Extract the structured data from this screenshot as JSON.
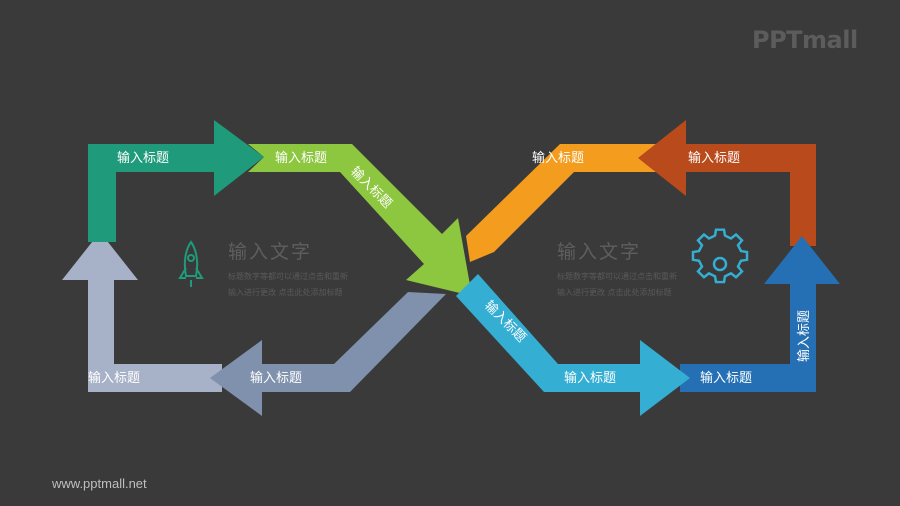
{
  "brand": {
    "logo_text": "PPTmall",
    "footer_url": "www.pptmall.net"
  },
  "colors": {
    "teal": "#1f9a7a",
    "lime": "#8dc63f",
    "slate": "#7f91ad",
    "pale": "#a7b1c7",
    "orange": "#f39c1d",
    "rust": "#b84a1c",
    "cyan": "#35aed3",
    "blue": "#2570b4",
    "icon_left": "#1f9a7a",
    "icon_right": "#35aed3"
  },
  "left_loop": {
    "top_label": "输入标题",
    "top_right_label": "输入标题",
    "diagonal_label": "输入标题",
    "bottom_right_label": "输入标题",
    "bottom_left_label": "输入标题",
    "heading": "输入文字",
    "body_line1": "标题数字等都可以通过点击和重新",
    "body_line2": "输入进行更改 点击此处添加标题",
    "icon": "rocket-icon"
  },
  "right_loop": {
    "top_left_label": "输入标题",
    "top_right_label": "输入标题",
    "diagonal_label": "输入标题",
    "bottom_left_label": "输入标题",
    "bottom_right_label": "输入标题",
    "vertical_label": "输入标题",
    "heading": "输入文字",
    "body_line1": "标题数字等都可以通过点击和重新",
    "body_line2": "输入进行更改 点击此处添加标题",
    "icon": "gear-icon"
  }
}
